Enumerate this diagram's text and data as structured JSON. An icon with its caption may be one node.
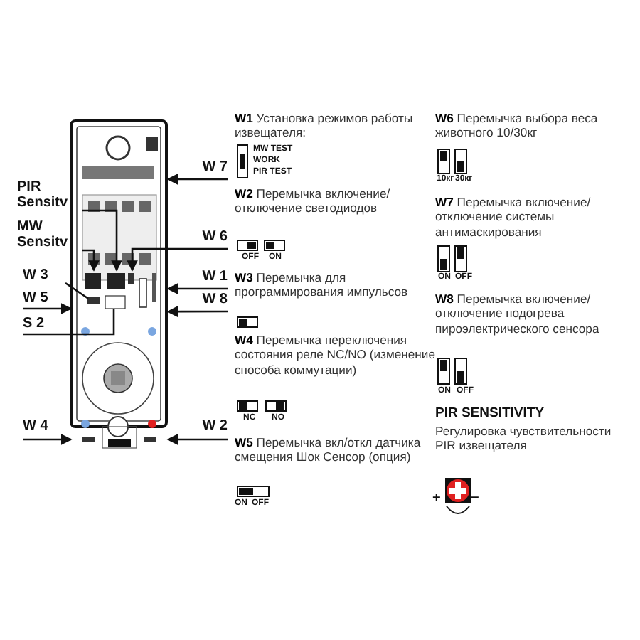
{
  "diagram": {
    "nodes": [
      {
        "text": [
          "W 7"
        ]
      },
      {
        "text": [
          "PIR Sensitv"
        ]
      },
      {
        "text": [
          "MW Sensitv"
        ]
      },
      {
        "text": [
          "W 6"
        ]
      },
      {
        "text": [
          "W 3"
        ]
      },
      {
        "text": [
          "W 1"
        ]
      },
      {
        "text": [
          "W 5"
        ]
      },
      {
        "text": [
          "W 8"
        ]
      },
      {
        "text": [
          "S 2"
        ]
      },
      {
        "text": [
          "W 4"
        ]
      },
      {
        "text": [
          "W 2"
        ]
      },
      {
        "text": [],
        "shape": "picture"
      }
    ],
    "edges": [
      {
        "from": 0,
        "to": 11,
        "arrow": "to"
      },
      {
        "from": 1,
        "to": 11,
        "arrow": "to"
      },
      {
        "from": 2,
        "to": 11,
        "arrow": "to"
      },
      {
        "from": 3,
        "to": 11,
        "arrow": "to"
      },
      {
        "from": 4,
        "to": 11,
        "arrow": "none"
      },
      {
        "from": 5,
        "to": 11,
        "arrow": "to"
      },
      {
        "from": 6,
        "to": 11,
        "arrow": "to"
      },
      {
        "from": 7,
        "to": 11,
        "arrow": "to"
      },
      {
        "from": 8,
        "to": 11,
        "arrow": "none"
      },
      {
        "from": 9,
        "to": 11,
        "arrow": "to"
      },
      {
        "from": 10,
        "to": 11,
        "arrow": "to"
      }
    ],
    "labels": [
      "**W1** Установка режимов работы извещателя:",
      "MW TEST",
      "WORK",
      "PIR TEST",
      "**W2** Перемычка включение/отключение светодиодов",
      "OFF",
      "ON",
      "**W3** Перемычка для программирования импульсов",
      "**W4** Перемычка переключения состояния реле NC/NO (изменение способа коммутации)",
      "NC",
      "NO",
      "**W5** Перемычка вкл/откл датчика смещения Шок Сенсор (опция)",
      "ON",
      "OFF",
      "**W6** Перемычка выбора веса животного 10/30кг",
      "10кг",
      "30кг",
      "**W7** Перемычка включение/отключение системы антимаскирования",
      "ON",
      "OFF",
      "**W8** Перемычка включение/отключение подогрева пироэлектрического сенсора",
      "ON",
      "OFF",
      "PIR SENSITIVITY",
      "Регулировка чувствительности PIR извещателя",
      "+",
      "−"
    ]
  }
}
